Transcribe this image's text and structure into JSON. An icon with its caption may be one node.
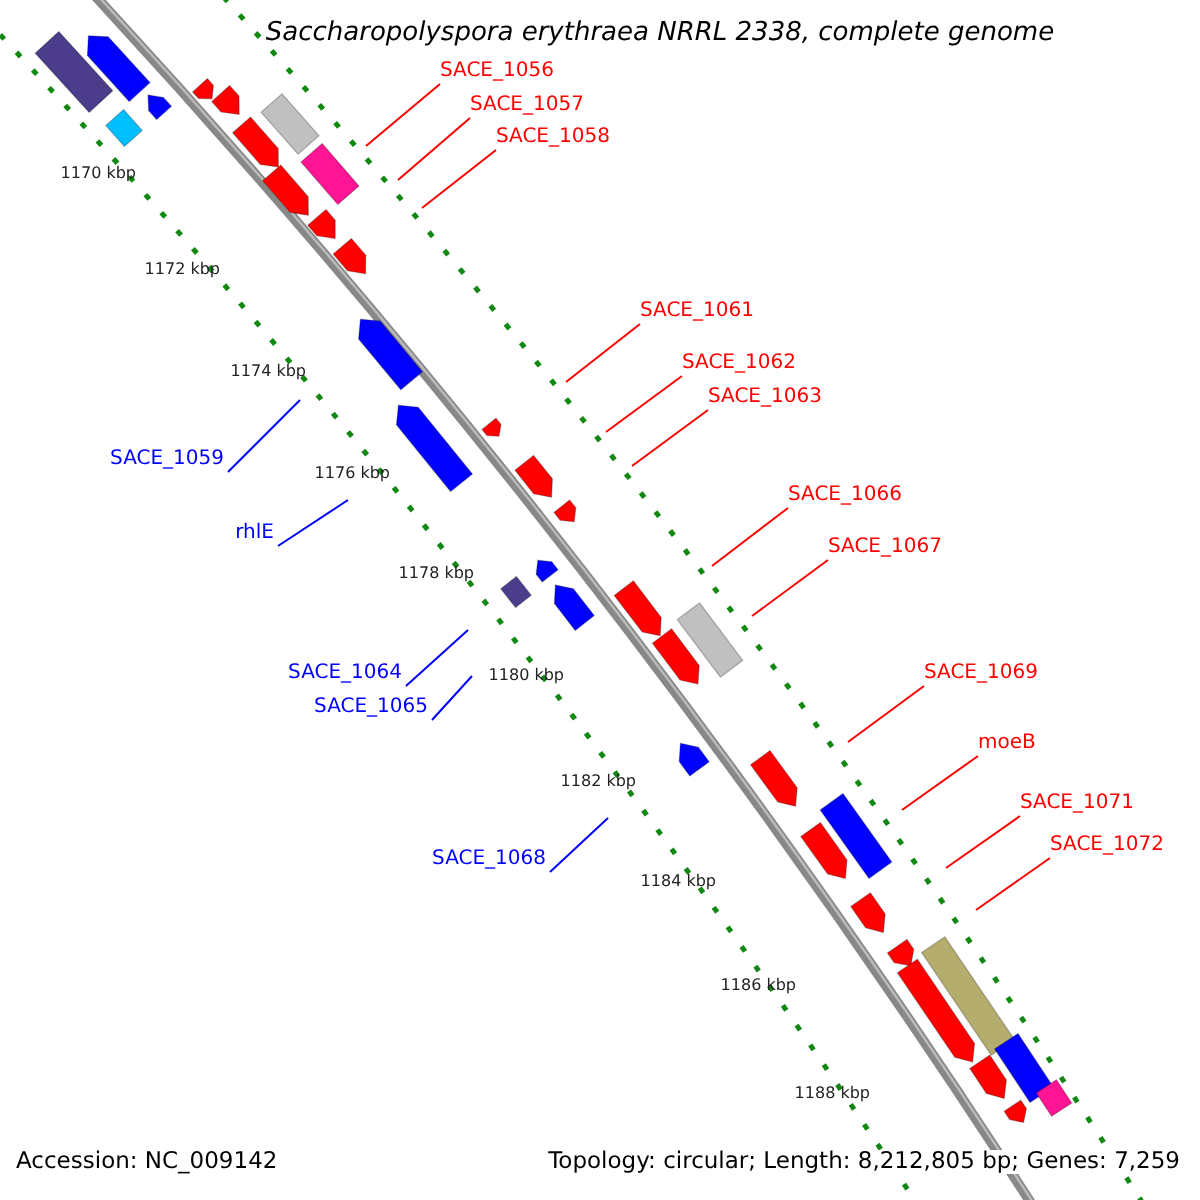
{
  "diagram": {
    "title": "Saccharopolyspora erythraea NRRL 2338, complete genome",
    "nodes": [
      {
        "text": [
          "SACE_1056"
        ]
      },
      {
        "text": [
          "SACE_1057"
        ]
      },
      {
        "text": [
          "SACE_1058"
        ]
      },
      {
        "text": [
          "SACE_1061"
        ]
      },
      {
        "text": [
          "SACE_1062"
        ]
      },
      {
        "text": [
          "SACE_1063"
        ]
      },
      {
        "text": [
          "SACE_1059"
        ]
      },
      {
        "text": [
          "SACE_1066"
        ]
      },
      {
        "text": [
          "rhlE"
        ]
      },
      {
        "text": [
          "SACE_1067"
        ]
      },
      {
        "text": [
          "SACE_1064"
        ]
      },
      {
        "text": [
          "SACE_1069"
        ]
      },
      {
        "text": [
          "SACE_1065"
        ]
      },
      {
        "text": [
          "moeB"
        ]
      },
      {
        "text": [
          "SACE_1071"
        ]
      },
      {
        "text": [
          "SACE_1072"
        ]
      },
      {
        "text": [
          "SACE_1068"
        ]
      }
    ],
    "edges": [
      {
        "from": 0,
        "to": null,
        "arrow": "none"
      },
      {
        "from": 1,
        "to": null,
        "arrow": "none"
      },
      {
        "from": 2,
        "to": null,
        "arrow": "none"
      },
      {
        "from": 3,
        "to": null,
        "arrow": "none"
      },
      {
        "from": 4,
        "to": null,
        "arrow": "none"
      },
      {
        "from": 5,
        "to": null,
        "arrow": "none"
      },
      {
        "from": 6,
        "to": null,
        "arrow": "none",
        "color": "#0000ff"
      },
      {
        "from": 7,
        "to": null,
        "arrow": "none"
      },
      {
        "from": 8,
        "to": null,
        "arrow": "none",
        "color": "#0000ff"
      },
      {
        "from": 9,
        "to": null,
        "arrow": "none"
      },
      {
        "from": 10,
        "to": null,
        "arrow": "none",
        "color": "#0000ff"
      },
      {
        "from": 11,
        "to": null,
        "arrow": "none"
      },
      {
        "from": 12,
        "to": null,
        "arrow": "none",
        "color": "#0000ff"
      },
      {
        "from": 13,
        "to": null,
        "arrow": "none"
      },
      {
        "from": 14,
        "to": null,
        "arrow": "none"
      },
      {
        "from": 15,
        "to": null,
        "arrow": "none"
      },
      {
        "from": 16,
        "to": null,
        "arrow": "none",
        "color": "#0000ff"
      }
    ],
    "labels": [
      "1170 kbp",
      "1172 kbp",
      "1174 kbp",
      "1176 kbp",
      "1178 kbp",
      "1180 kbp",
      "1182 kbp",
      "1184 kbp",
      "1186 kbp",
      "1188 kbp",
      "Accession: NC_009142",
      "Topology: circular; Length: 8,212,805 bp; Genes: 7,259"
    ]
  }
}
